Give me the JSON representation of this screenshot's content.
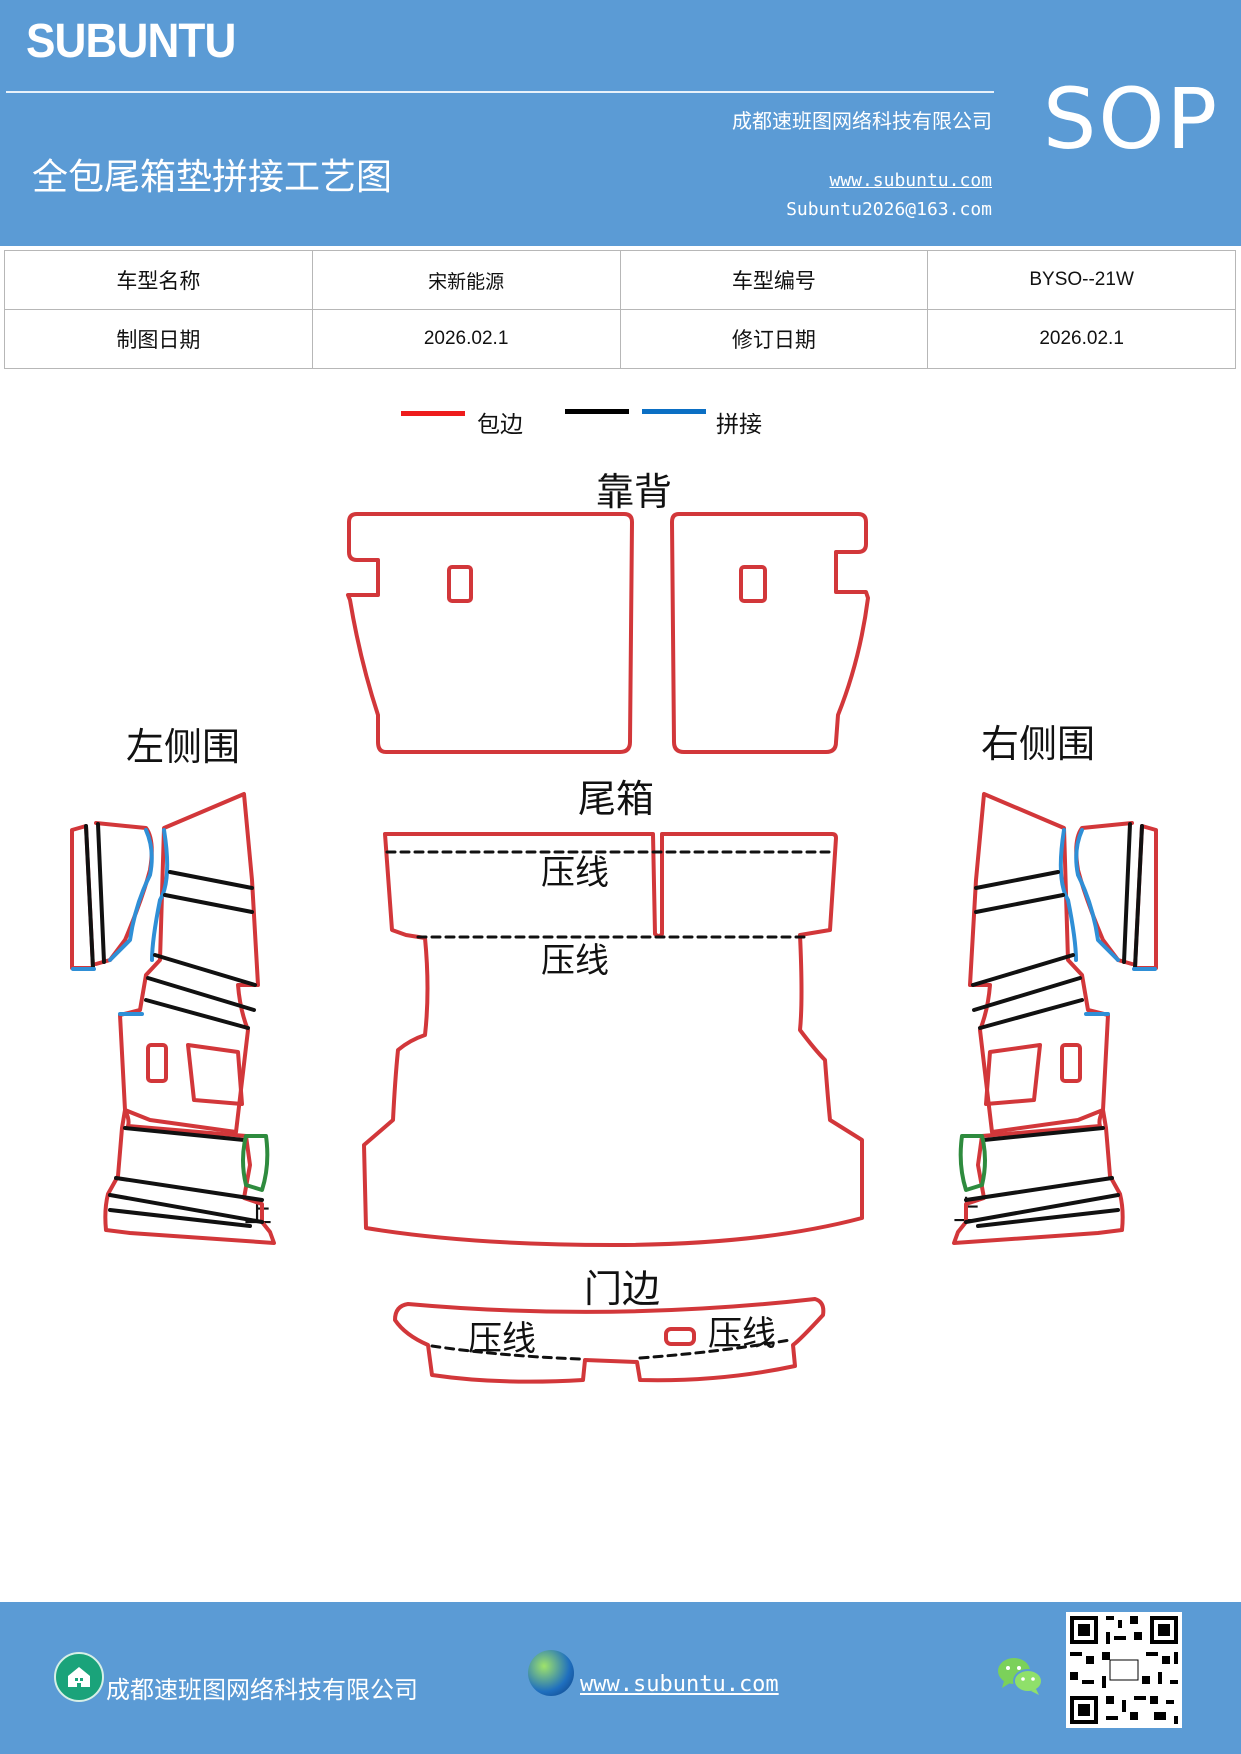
{
  "header": {
    "brand": "SUBUNTU",
    "badge": "SOP",
    "company": "成都速班图网络科技有限公司",
    "title": "全包尾箱垫拼接工艺图",
    "website": "www.subuntu.com",
    "email": "Subuntu2026@163.com"
  },
  "info_table": {
    "rows": [
      {
        "label1": "车型名称",
        "value1": "宋新能源",
        "label2": "车型编号",
        "value2": "BYSO--21W"
      },
      {
        "label1": "制图日期",
        "value1": "2026.02.1",
        "label2": "修订日期",
        "value2": "2026.02.1"
      }
    ]
  },
  "legend": {
    "items": [
      {
        "label": "包边",
        "color": "#ee1c1c"
      },
      {
        "label": "",
        "color": "#000000"
      },
      {
        "label": "拼接",
        "color": "#0b6fc4"
      }
    ]
  },
  "diagram": {
    "backrest": "靠背",
    "trunk": "尾箱",
    "left_side": "左侧围",
    "right_side": "右侧围",
    "door_edge": "门边",
    "press_line": "压线",
    "up_mark": "上",
    "colors": {
      "edge": "#d2373a",
      "seam": "#111111",
      "splice": "#2f8fd6",
      "green": "#2e8b3e"
    }
  },
  "footer": {
    "company": "成都速班图网络科技有限公司",
    "website": "www.subuntu.com",
    "home_icon": "building-icon",
    "globe_icon": "globe-icon",
    "wechat_icon": "wechat-icon",
    "qr_code": "qr-code"
  }
}
